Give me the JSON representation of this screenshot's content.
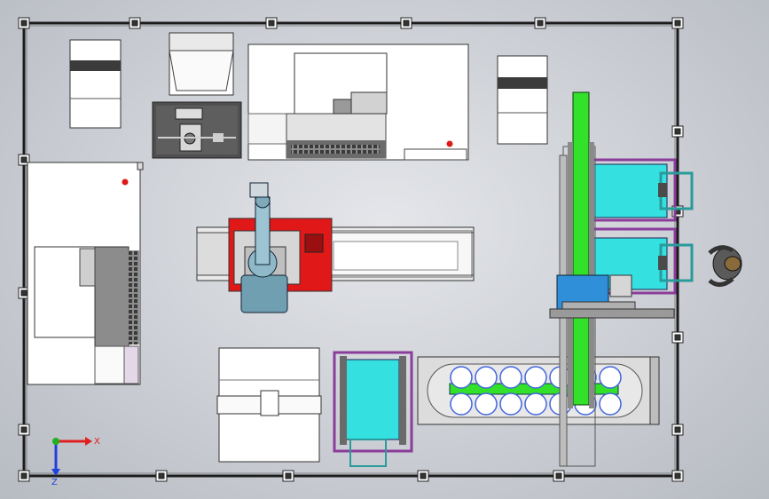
{
  "scene": {
    "kind": "CAD top view – automated production cell layout",
    "colors": {
      "background": "#d3d6db",
      "frame": "#1c1c1c",
      "machine_body": "#ffffff",
      "accent_red": "#e01818",
      "accent_green": "#33e02a",
      "accent_cyan": "#34e0e0",
      "accent_blue": "#2f8fd8",
      "accent_purple": "#8a3d9a",
      "robot_teal": "#6f9fb0"
    }
  },
  "triad": {
    "x_label": "X",
    "z_label": "Z",
    "x_color": "#e02020",
    "y_color": "#20b020",
    "z_color": "#2040e0"
  }
}
